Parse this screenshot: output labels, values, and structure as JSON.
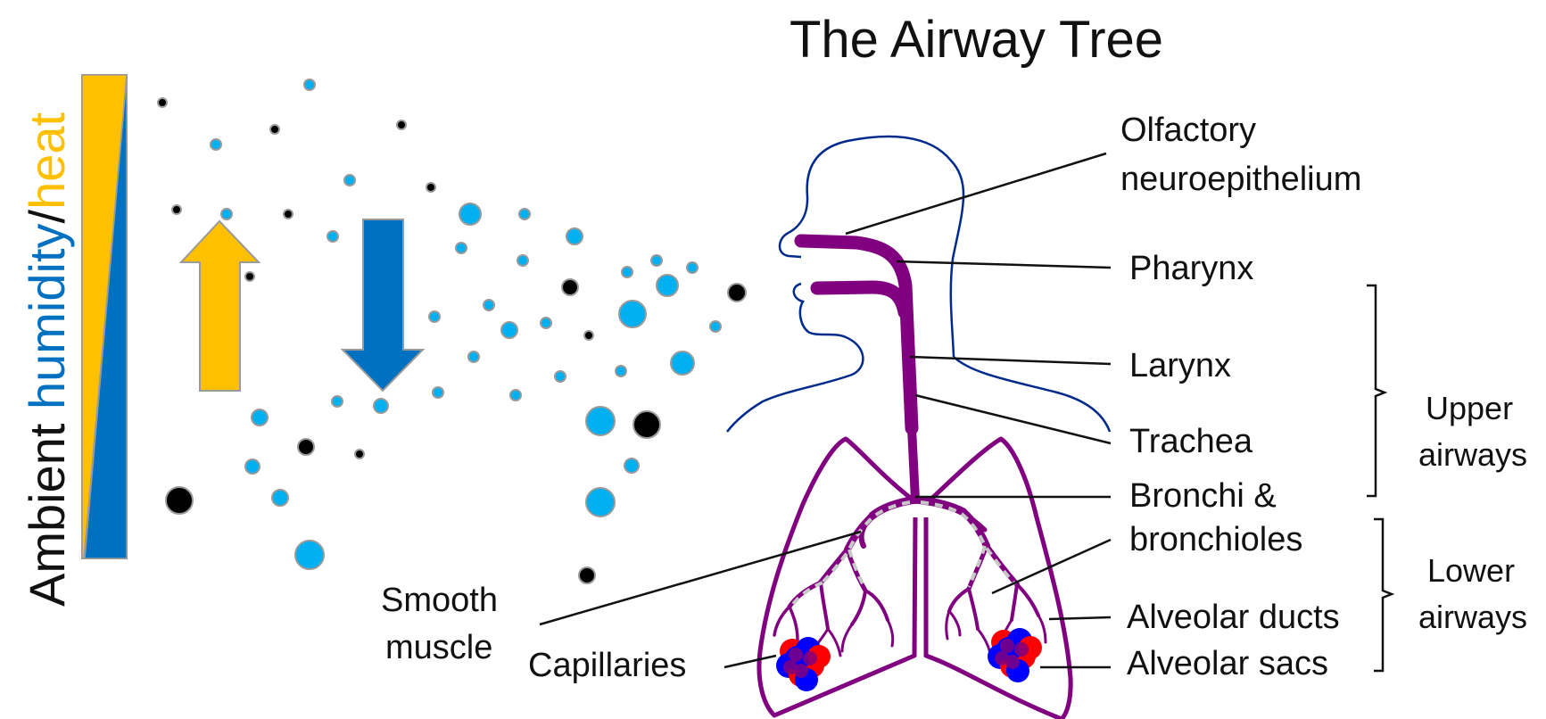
{
  "title": "The Airway Tree",
  "side_label": {
    "prefix": "Ambient ",
    "humidity": "humidity",
    "slash": "/",
    "heat": "heat"
  },
  "colors": {
    "heat": "#FFC000",
    "humidity": "#0070C0",
    "droplet_light": "#00B0F0",
    "droplet_dark": "#000000",
    "airway": "#800080",
    "outline": "#002A8C",
    "smooth_muscle": "#C8C8C8",
    "capillary_red": "#FF0000",
    "capillary_blue": "#0000FF"
  },
  "labels": {
    "olfactory_line1": "Olfactory",
    "olfactory_line2": "neuroepithelium",
    "pharynx": "Pharynx",
    "larynx": "Larynx",
    "trachea": "Trachea",
    "bronchi_line1": "Bronchi &",
    "bronchi_line2": "bronchioles",
    "alveolar_ducts": "Alveolar ducts",
    "alveolar_sacs": "Alveolar sacs",
    "smooth_line1": "Smooth",
    "smooth_line2": "muscle",
    "capillaries": "Capillaries"
  },
  "groups": {
    "upper_line1": "Upper",
    "upper_line2": "airways",
    "lower_line1": "Lower",
    "lower_line2": "airways"
  },
  "icons": {
    "up_arrow": "up-arrow-icon",
    "down_arrow": "down-arrow-icon",
    "gradient_bar": "humidity-heat-gradient-icon"
  }
}
